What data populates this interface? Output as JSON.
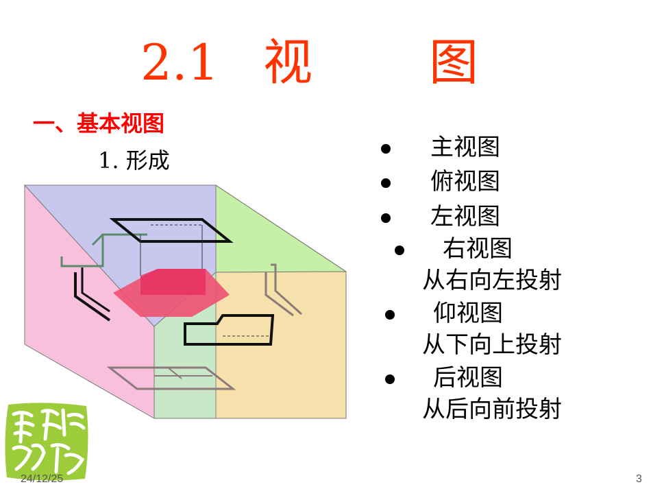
{
  "slide": {
    "title_num": "2.1",
    "title_c1": "视",
    "title_c2": "图",
    "section": "一、基本视图",
    "subheading": "1.  形成"
  },
  "bullets": [
    {
      "label": "主视图",
      "note": ""
    },
    {
      "label": "俯视图",
      "note": ""
    },
    {
      "label": "左视图",
      "note": ""
    },
    {
      "label": "右视图",
      "note": "从右向左投射"
    },
    {
      "label": "仰视图",
      "note": "从下向上投射"
    },
    {
      "label": "后视图",
      "note": "从后向前投射"
    }
  ],
  "footer": {
    "date": "24/12/25",
    "page": "3"
  },
  "colors": {
    "title": "#ff3300",
    "section": "#ff0000",
    "plane_left": "#f9c0de",
    "plane_back": "#c8c8ee",
    "plane_top_right": "#c6f0a8",
    "plane_front": "#fbe0a8",
    "plane_bottom": "#c8e8c8",
    "logo_bg": "#9ccc3a"
  }
}
